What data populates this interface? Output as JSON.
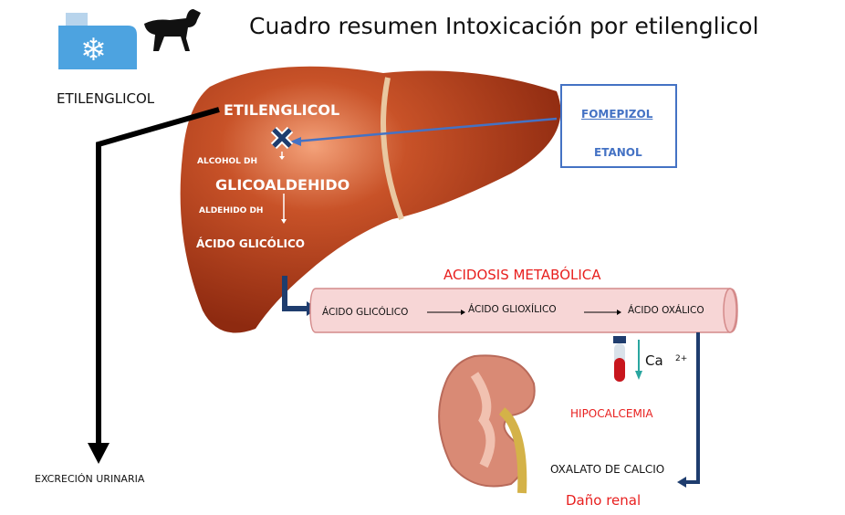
{
  "title": "Cuadro resumen Intoxicación por etilenglicol",
  "left": {
    "etilenglicol_label": "ETILENGLICOL",
    "excrecion": "EXCRECIÓN URINARIA"
  },
  "liver": {
    "etilenglicol": "ETILENGLICOL",
    "enzyme1": "ALCOHOL DH",
    "glicoaldehido": "GLICOALDEHIDO",
    "enzyme2": "ALDEHIDO DH",
    "acido_glicolico": "ÁCIDO GLICÓLICO"
  },
  "antidotes": {
    "fomepizol": "FOMEPIZOL",
    "etanol": "ETANOL"
  },
  "vessel": {
    "heading": "ACIDOSIS METABÓLICA",
    "steps": [
      "ÁCIDO GLICÓLICO",
      "ÁCIDO GLIOXÍLICO",
      "ÁCIDO OXÁLICO"
    ]
  },
  "calcium": {
    "symbol": "Ca",
    "charge": "2+",
    "hipocalcemia": "HIPOCALCEMIA"
  },
  "kidney": {
    "oxalato": "OXALATO DE CALCIO",
    "dano": "Daño renal"
  },
  "colors": {
    "red": "#e8201f",
    "blue": "#4472c4",
    "liver": "#b3401c"
  }
}
